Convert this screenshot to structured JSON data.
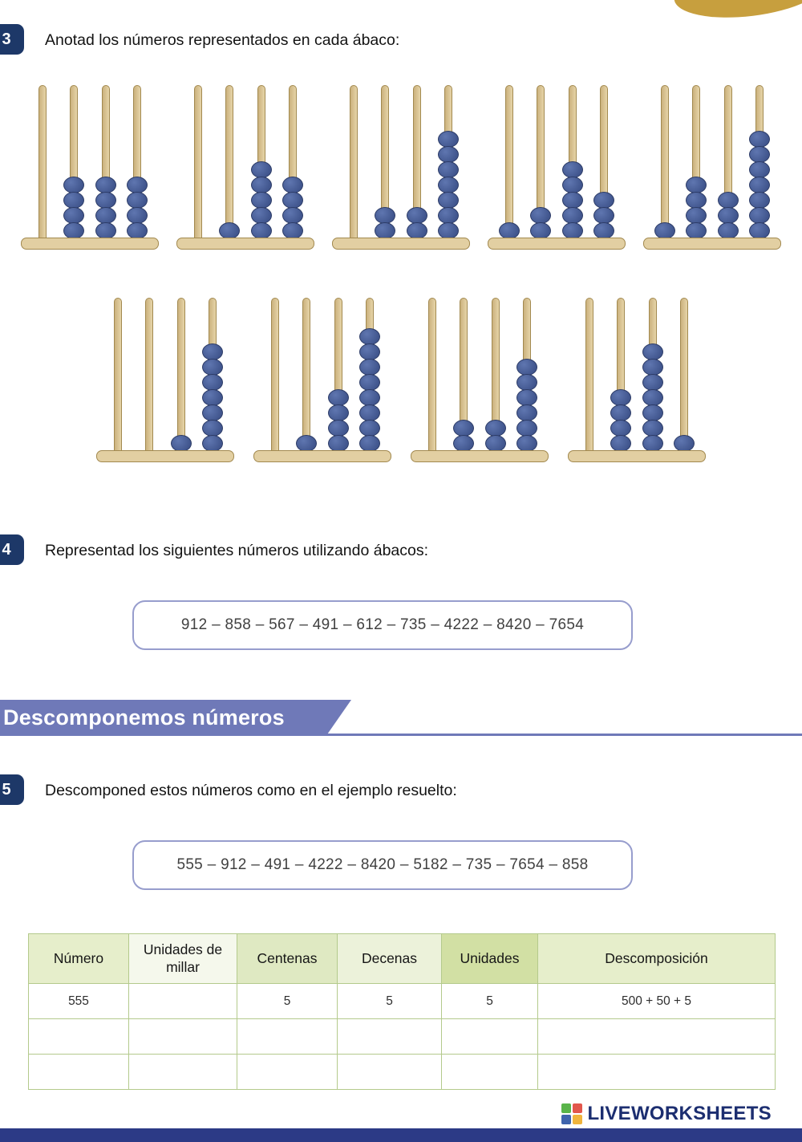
{
  "section": {
    "title": "Descomponemos números"
  },
  "colors": {
    "badge": "#1d3868",
    "banner": "#6f79b8",
    "bead": "#41568e",
    "abacus_wood": "#e2cfa2",
    "gold_corner": "#c79f3e",
    "bottom_strip": "#2c3a86"
  },
  "exercise3": {
    "badge": "3",
    "instruction": "Anotad los números representados en cada ábaco:",
    "rod_order": [
      "millares",
      "centenas",
      "decenas",
      "unidades"
    ],
    "abacus_rows": [
      [
        [
          0,
          4,
          4,
          4
        ],
        [
          0,
          1,
          5,
          4
        ],
        [
          0,
          2,
          2,
          7
        ],
        [
          1,
          2,
          5,
          3
        ],
        [
          1,
          4,
          3,
          7
        ]
      ],
      [
        [
          0,
          0,
          1,
          7
        ],
        [
          0,
          1,
          4,
          8
        ],
        [
          0,
          2,
          2,
          6
        ],
        [
          0,
          4,
          7,
          1
        ]
      ]
    ]
  },
  "exercise4": {
    "badge": "4",
    "instruction": "Representad los siguientes números utilizando ábacos:",
    "numbers": "912 – 858 – 567 – 491 – 612 – 735 – 4222 – 8420 – 7654"
  },
  "exercise5": {
    "badge": "5",
    "instruction": "Descomponed estos números como en el ejemplo resuelto:",
    "numbers": "555 – 912  – 491 – 4222 – 8420 – 5182 – 735 – 7654 – 858"
  },
  "table": {
    "headers": [
      "Número",
      "Unidades de millar",
      "Centenas",
      "Decenas",
      "Unidades",
      "Descomposición"
    ],
    "header_colors": [
      "#e6eecb",
      "#f5f8ec",
      "#dfe9c2",
      "#ecf2da",
      "#d2e0a4",
      "#e6eecb"
    ],
    "rows": [
      [
        "555",
        "",
        "5",
        "5",
        "5",
        "500 + 50 + 5"
      ],
      [
        "",
        "",
        "",
        "",
        "",
        ""
      ],
      [
        "",
        "",
        "",
        "",
        "",
        ""
      ]
    ]
  },
  "footer": {
    "brand": "LIVEWORKSHEETS",
    "icon_letters": [
      "L",
      "I",
      "V",
      "E"
    ]
  }
}
